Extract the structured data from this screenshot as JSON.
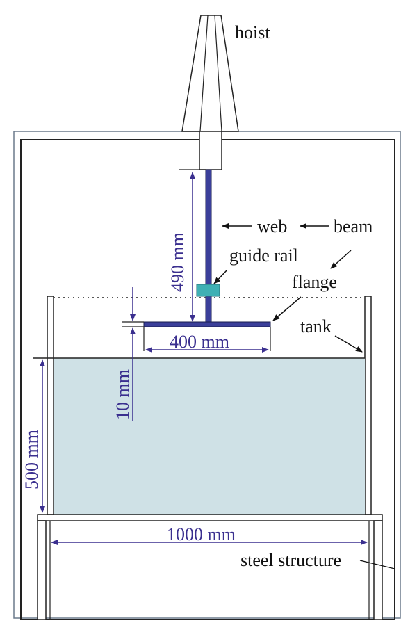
{
  "labels": {
    "hoist": "hoist",
    "web": "web",
    "beam": "beam",
    "guide_rail": "guide rail",
    "flange": "flange",
    "tank": "tank",
    "steel_structure": "steel structure"
  },
  "dimensions": {
    "web_height": "490 mm",
    "flange_width": "400 mm",
    "flange_gap": "10 mm",
    "water_depth": "500 mm",
    "tank_width": "1000 mm"
  },
  "colors": {
    "beam": "#3b3f9a",
    "dimension": "#3a2f8f",
    "water": "#cfe1e6",
    "guide_rail": "#3fb0b4",
    "outline": "#222222",
    "frame": "#6b7a8c"
  }
}
